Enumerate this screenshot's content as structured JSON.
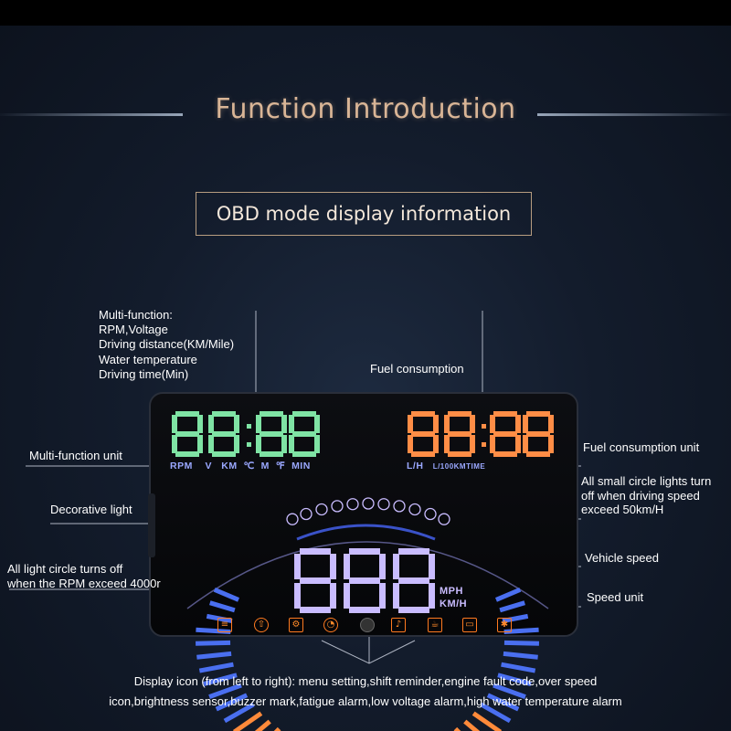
{
  "page": {
    "title": "Function Introduction",
    "subtitle": "OBD mode display information"
  },
  "labels": {
    "multi_function_lines": [
      "Multi-function:",
      "RPM,Voltage",
      "Driving distance(KM/Mile)",
      "Water temperature",
      "Driving time(Min)"
    ],
    "fuel_consumption": "Fuel consumption",
    "multi_function_unit": "Multi-function unit",
    "fuel_consumption_unit": "Fuel consumption unit",
    "decorative_light": "Decorative light",
    "small_circle_lights": [
      "All small circle lights turn",
      "off when driving speed",
      "exceed 50km/H"
    ],
    "light_circle_rpm": [
      "All light circle turns off",
      "when the RPM exceed 4000r"
    ],
    "vehicle_speed": "Vehicle speed",
    "speed_unit": "Speed unit",
    "display_icon": [
      "Display icon (from left to right): menu setting,shift reminder,engine fault code,over speed",
      "icon,brightness sensor,buzzer mark,fatigue alarm,low voltage alarm,high water temperature alarm"
    ]
  },
  "hud": {
    "left_digits": "88:88",
    "left_units": [
      "RPM",
      "V",
      "KM",
      "℃",
      "M",
      "℉",
      "MIN"
    ],
    "right_digits": "88:88",
    "right_units": [
      "L/H",
      "L/100KMTIME"
    ],
    "speed_digits": "888",
    "speed_units": [
      "MPH",
      "KM/H"
    ],
    "colors": {
      "green": "#7fe3a4",
      "orange": "#ff8d46",
      "lavender": "#c9bcff",
      "blue_bar": "#4a6ff0",
      "orange_bar": "#ff8a3a"
    },
    "icons": [
      "menu-setting-icon",
      "shift-reminder-icon",
      "engine-fault-icon",
      "over-speed-icon",
      "brightness-sensor-icon",
      "buzzer-icon",
      "fatigue-alarm-icon",
      "low-voltage-icon",
      "high-water-temp-icon"
    ]
  }
}
